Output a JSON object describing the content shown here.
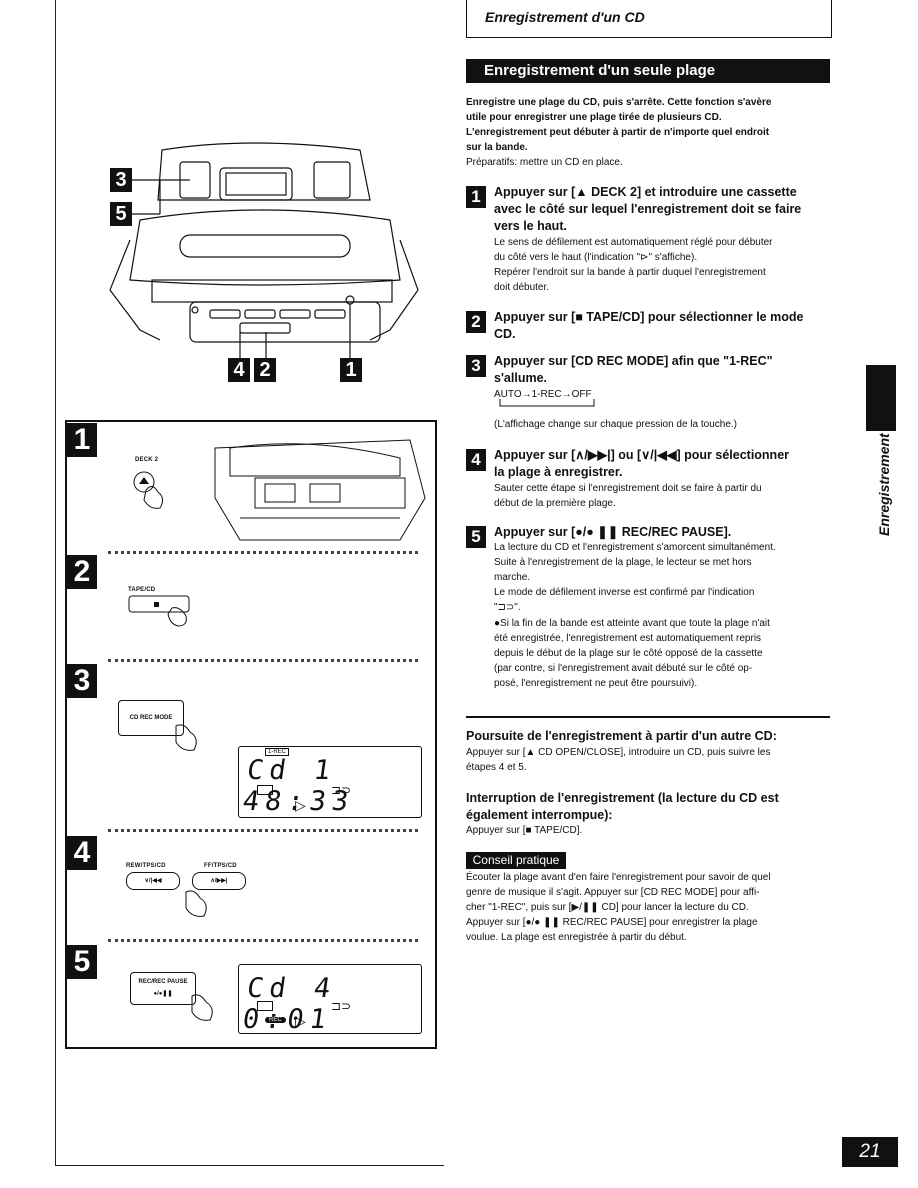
{
  "header": {
    "title": "Enregistrement d'un CD"
  },
  "section": {
    "title": "Enregistrement d'un seule plage"
  },
  "intro": {
    "line1": "Enregistre une plage du CD, puis s'arrête. Cette fonction s'avère",
    "line2": "utile pour enregistrer une plage tirée de plusieurs CD.",
    "line3": "L'enregistrement peut débuter à partir de n'importe quel endroit",
    "line4": "sur la bande.",
    "prep": "Préparatifs: mettre un CD en place."
  },
  "steps": [
    {
      "num": "1",
      "head1": "Appuyer sur [▲ DECK 2] et introduire une cassette",
      "head2": "avec le côté sur lequel l'enregistrement doit se faire",
      "head3": "vers le haut.",
      "body1": "Le sens de défilement est automatiquement réglé pour débuter",
      "body2": "du côté vers le haut (l'indication \"⊳\" s'affiche).",
      "body3": "Repérer l'endroit sur la bande à partir duquel l'enregistrement",
      "body4": "doit débuter."
    },
    {
      "num": "2",
      "head1": "Appuyer sur [■ TAPE/CD] pour sélectionner le mode",
      "head2": "CD."
    },
    {
      "num": "3",
      "head1": "Appuyer sur [CD REC MODE] afin que \"1-REC\"",
      "head2": "s'allume.",
      "seq": "AUTO→1-REC→OFF",
      "body1": "(L'affichage change sur chaque pression de la touche.)"
    },
    {
      "num": "4",
      "head1": "Appuyer sur [∧/▶▶|] ou [∨/|◀◀] pour sélectionner",
      "head2": "la plage à enregistrer.",
      "body1": "Sauter cette étape si l'enregistrement doit se faire à partir du",
      "body2": "début de la première plage."
    },
    {
      "num": "5",
      "head1": "Appuyer sur [●/● ❚❚ REC/REC PAUSE].",
      "body1": "La lecture du CD et l'enregistrement s'amorcent simultanément.",
      "body2": "Suite à l'enregistrement de la plage, le lecteur se met hors",
      "body3": "marche.",
      "body4": "Le mode de défilement inverse est confirmé par l'indication",
      "body5": "\"⊐⊃\".",
      "bullet1": "●Si la fin de la bande est atteinte avant que toute la plage n'ait",
      "bullet2": "été enregistrée, l'enregistrement est automatiquement repris",
      "bullet3": "depuis le début de la plage sur le côté opposé de la cassette",
      "bullet4": "(par contre, si l'enregistrement avait débuté sur le côté op-",
      "bullet5": "posé, l'enregistrement ne peut être poursuivi)."
    }
  ],
  "continue": {
    "title": "Poursuite de l'enregistrement à partir d'un autre CD:",
    "body1": "Appuyer sur [▲ CD OPEN/CLOSE], introduire un CD, puis suivre les",
    "body2": "étapes 4 et 5."
  },
  "interrupt": {
    "title1": "Interruption de l'enregistrement (la lecture du CD est",
    "title2": "également interrompue):",
    "body": "Appuyer sur [■ TAPE/CD]."
  },
  "tip": {
    "badge": "Conseil pratique",
    "line1": "Écouter la plage avant d'en faire l'enregistrement pour savoir de quel",
    "line2": "genre de musique il s'agit. Appuyer sur [CD REC MODE] pour affi-",
    "line3": "cher \"1-REC\", puis sur [▶/❚❚ CD] pour lancer la lecture du CD.",
    "line4": "Appuyer sur [●/● ❚❚ REC/REC PAUSE] pour enregistrer la plage",
    "line5": "voulue. La plage est enregistrée à partir du début."
  },
  "side_label": "Enregistrement",
  "page_number": "21",
  "illustration": {
    "callouts": [
      "3",
      "5",
      "4",
      "2",
      "1"
    ],
    "step_labels": {
      "deck2": "DECK 2",
      "tapecd": "TAPE/CD",
      "cdrecmode": "CD REC MODE",
      "rew": "REW/TPS/CD",
      "ff": "FF/TPS/CD",
      "rew_btn": "∨/|◀◀",
      "ff_btn": "∧/▶▶|",
      "recpause": "REC/REC PAUSE",
      "recpause_sym": "●/●❚❚",
      "lcd1_tag": "1-REC",
      "lcd1": "Cd 1  48:33",
      "lcd2": "Cd 4   0:01",
      "lcd2_rec": "REC"
    }
  }
}
